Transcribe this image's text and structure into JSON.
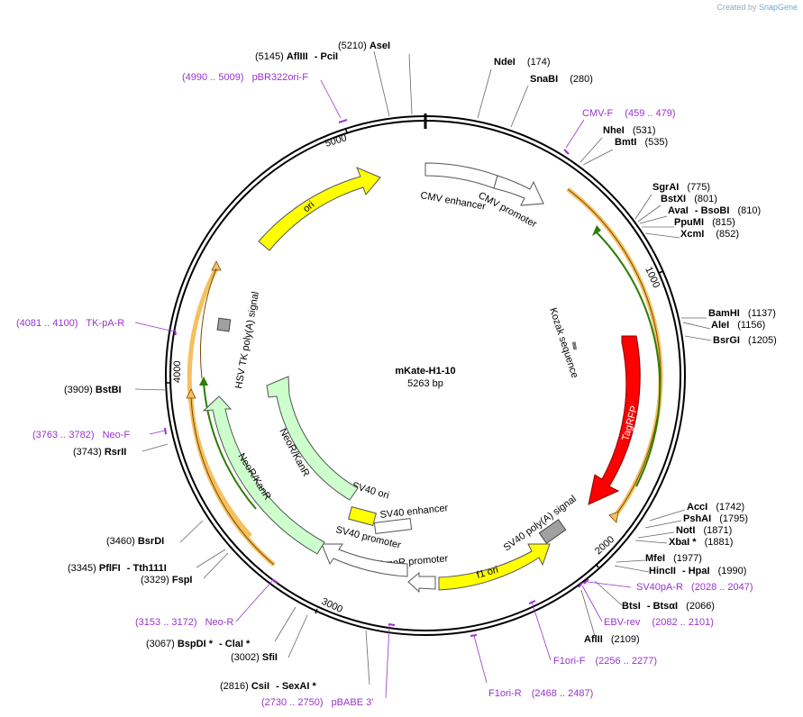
{
  "header": {
    "credit_prefix": "Created by",
    "credit_brand": "SnapGene"
  },
  "plasmid": {
    "name": "mKate-H1-10",
    "length": "5263 bp"
  },
  "ticks": [
    "1000",
    "2000",
    "3000",
    "4000",
    "5000"
  ],
  "features": [
    {
      "label": "ori",
      "color": "#ffff00"
    },
    {
      "label": "CMV enhancer",
      "color": "#ffffff"
    },
    {
      "label": "CMV promoter",
      "color": "#ffffff"
    },
    {
      "label": "Kozak sequence",
      "color": "#808080"
    },
    {
      "label": "TagRFP",
      "color": "#ff0000"
    },
    {
      "label": "SV40 poly(A) signal",
      "color": "#a0a0a0"
    },
    {
      "label": "f1 ori",
      "color": "#ffff00"
    },
    {
      "label": "AmpR promoter",
      "color": "#ffffff"
    },
    {
      "label": "SV40 promoter",
      "color": "#ffffff"
    },
    {
      "label": "SV40 ori",
      "color": "#ffff00"
    },
    {
      "label": "SV40 enhancer",
      "color": "#ffffff"
    },
    {
      "label": "NeoR/KanR",
      "color": "#ccffcc"
    },
    {
      "label": "NeoR/KanR",
      "color": "#ccffcc"
    },
    {
      "label": "HSV TK poly(A) signal",
      "color": "#a0a0a0"
    }
  ],
  "sites": [
    {
      "num": "(5145)",
      "name": "AflIII",
      "extra": "- PciI"
    },
    {
      "num": "(5210)",
      "name": "AseI"
    },
    {
      "num": "(174)",
      "name": "NdeI"
    },
    {
      "num": "(280)",
      "name": "SnaBI"
    },
    {
      "num": "(531)",
      "name": "NheI"
    },
    {
      "num": "(535)",
      "name": "BmtI"
    },
    {
      "num": "(775)",
      "name": "SgrAI"
    },
    {
      "num": "(801)",
      "name": "BstXI"
    },
    {
      "num": "(810)",
      "name": "AvaI",
      "extra": "- BsoBI"
    },
    {
      "num": "(815)",
      "name": "PpuMI"
    },
    {
      "num": "(852)",
      "name": "XcmI"
    },
    {
      "num": "(1137)",
      "name": "BamHI"
    },
    {
      "num": "(1156)",
      "name": "AleI"
    },
    {
      "num": "(1205)",
      "name": "BsrGI"
    },
    {
      "num": "(1742)",
      "name": "AccI"
    },
    {
      "num": "(1795)",
      "name": "PshAI"
    },
    {
      "num": "(1871)",
      "name": "NotI"
    },
    {
      "num": "(1881)",
      "name": "XbaI *"
    },
    {
      "num": "(1977)",
      "name": "MfeI"
    },
    {
      "num": "(1990)",
      "name": "HincII",
      "extra": "- HpaI"
    },
    {
      "num": "(2066)",
      "name": "BtsI",
      "extra": "- BtsαI"
    },
    {
      "num": "(2109)",
      "name": "AflII"
    },
    {
      "num": "(2816)",
      "name": "CsiI",
      "extra": "- SexAI *"
    },
    {
      "num": "(3002)",
      "name": "SfiI"
    },
    {
      "num": "(3067)",
      "name": "BspDI *",
      "extra": "- ClaI *"
    },
    {
      "num": "(3329)",
      "name": "FspI"
    },
    {
      "num": "(3345)",
      "name": "PflFI",
      "extra": "- Tth111I"
    },
    {
      "num": "(3460)",
      "name": "BsrDI"
    },
    {
      "num": "(3743)",
      "name": "RsrII"
    },
    {
      "num": "(3909)",
      "name": "BstBI"
    }
  ],
  "primers": [
    {
      "range": "(4990 .. 5009)",
      "name": "pBR322ori-F"
    },
    {
      "range": "(459 .. 479)",
      "name": "CMV-F"
    },
    {
      "range": "(2028 .. 2047)",
      "name": "SV40pA-R"
    },
    {
      "range": "(2082 .. 2101)",
      "name": "EBV-rev"
    },
    {
      "range": "(2256 .. 2277)",
      "name": "F1ori-F"
    },
    {
      "range": "(2468 .. 2487)",
      "name": "F1ori-R"
    },
    {
      "range": "(2730 .. 2750)",
      "name": "pBABE 3'"
    },
    {
      "range": "(3153 .. 3172)",
      "name": "Neo-R"
    },
    {
      "range": "(3763 .. 3782)",
      "name": "Neo-F"
    },
    {
      "range": "(4081 .. 4100)",
      "name": "TK-pA-R"
    }
  ],
  "colors": {
    "backbone": "#000000",
    "primer": "#9933cc",
    "orf_highlight": "#f5c060",
    "orf_line": "#2e7d00"
  }
}
